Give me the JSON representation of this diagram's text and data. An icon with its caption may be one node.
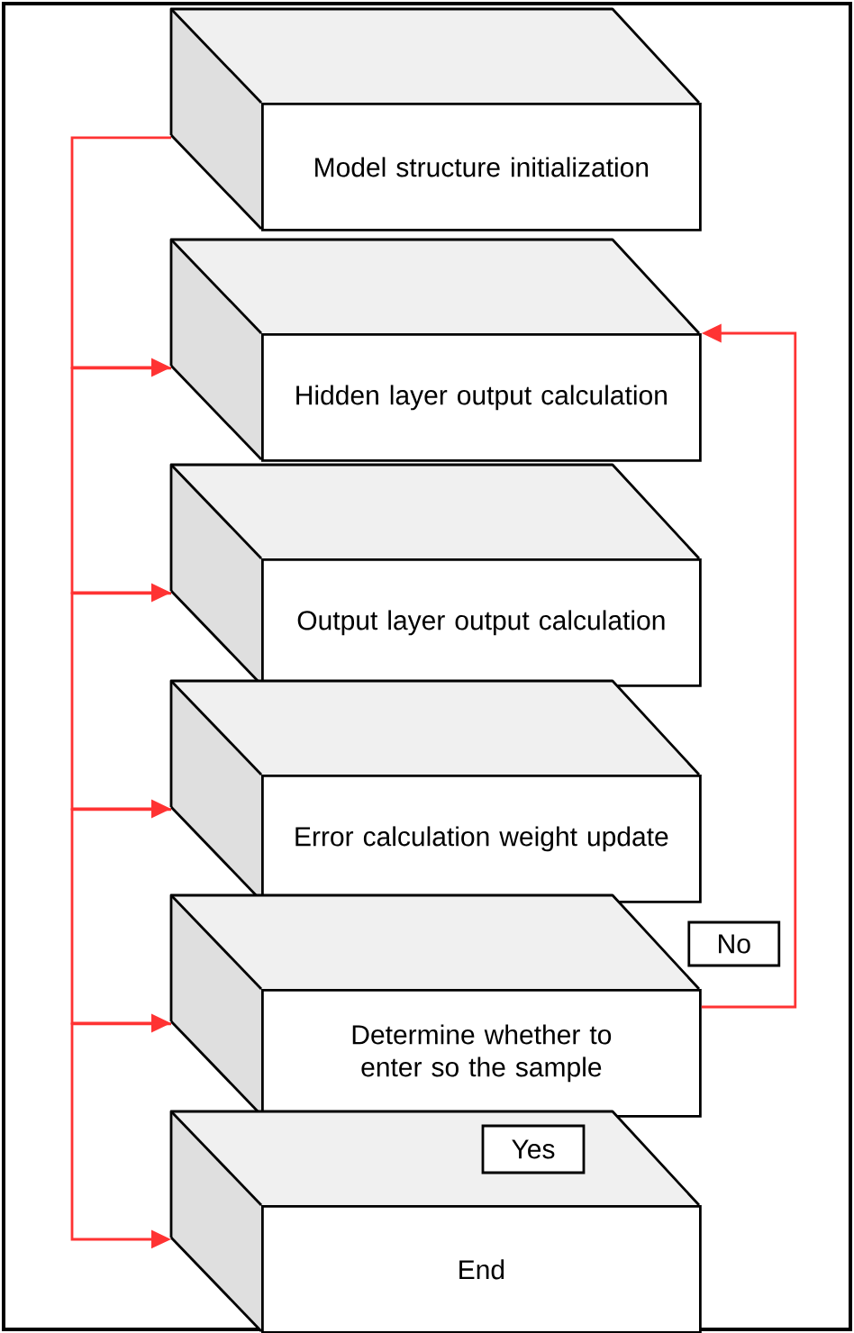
{
  "diagram": {
    "nodes": [
      {
        "text": [
          "Model structure initialization"
        ]
      },
      {
        "text": [
          "Hidden layer output calculation"
        ]
      },
      {
        "text": [
          "Output layer output calculation"
        ]
      },
      {
        "text": [
          "Error calculation weight update"
        ]
      },
      {
        "text": [
          "Determine whether to enter so the sample"
        ]
      },
      {
        "text": [
          "End"
        ]
      }
    ],
    "edges": [
      {
        "from": 0,
        "to": 1,
        "arrow": "to"
      },
      {
        "from": 1,
        "to": 2,
        "arrow": "to"
      },
      {
        "from": 2,
        "to": 3,
        "arrow": "to"
      },
      {
        "from": 3,
        "to": 4,
        "arrow": "to"
      },
      {
        "from": 4,
        "to": 5,
        "arrow": "to"
      },
      {
        "from": 4,
        "to": 1,
        "arrow": "to",
        "label": "No"
      }
    ],
    "labels": [
      "Yes"
    ]
  }
}
